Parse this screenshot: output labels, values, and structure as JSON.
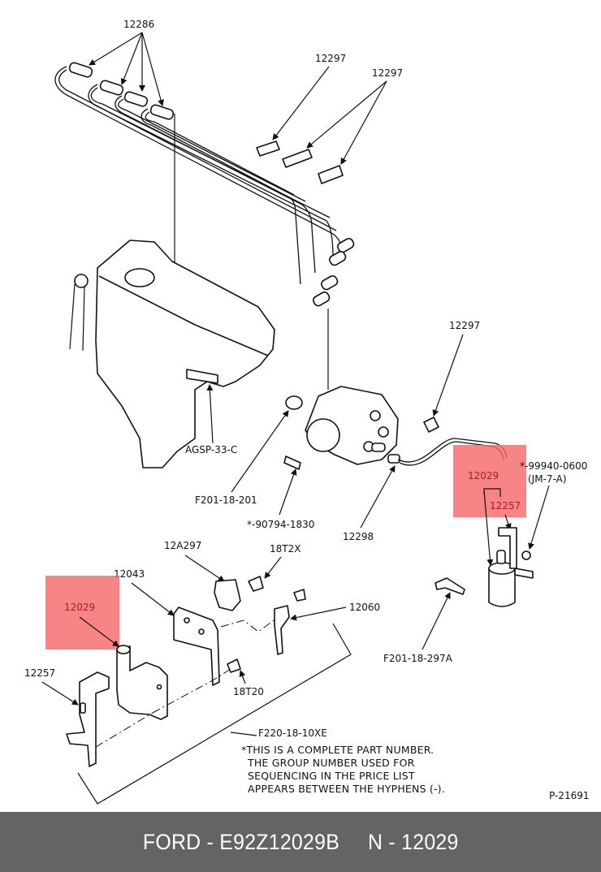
{
  "diagram": {
    "title": "Ignition system exploded parts diagram",
    "labels": {
      "wire_set": "12286",
      "separator_a": "12297",
      "separator_b": "12297",
      "separator_c": "12297",
      "spark_plug": "AGSP-33-C",
      "o_ring": "F201-18-201",
      "bolt_90794": "*-90794-1830",
      "coil_wire": "12298",
      "nut_99940_line1": "*-99940-0600",
      "nut_99940_line2": "(JM-7-A)",
      "coil_upper": "12029",
      "bracket_upper": "12257",
      "clip": "F201-18-297A",
      "connector": "12A297",
      "screw_18t2x": "18T2X",
      "plate": "12043",
      "coil_lower": "12029",
      "sensor": "12060",
      "bracket_lower": "12257",
      "screw_18t20": "18T20",
      "kit": "F220-18-10XE",
      "figure_number": "P-21691"
    },
    "note": [
      "*THIS IS A COMPLETE PART NUMBER.",
      "THE GROUP NUMBER USED FOR",
      "SEQUENCING IN THE PRICE LIST",
      "APPEARS BETWEEN THE HYPHENS (-)."
    ],
    "highlight_color": "#f76a6a",
    "highlighted_part": "12029"
  },
  "footer": {
    "brand_part": "FORD - E92Z12029B",
    "group": "N - 12029",
    "background": "#646464"
  }
}
